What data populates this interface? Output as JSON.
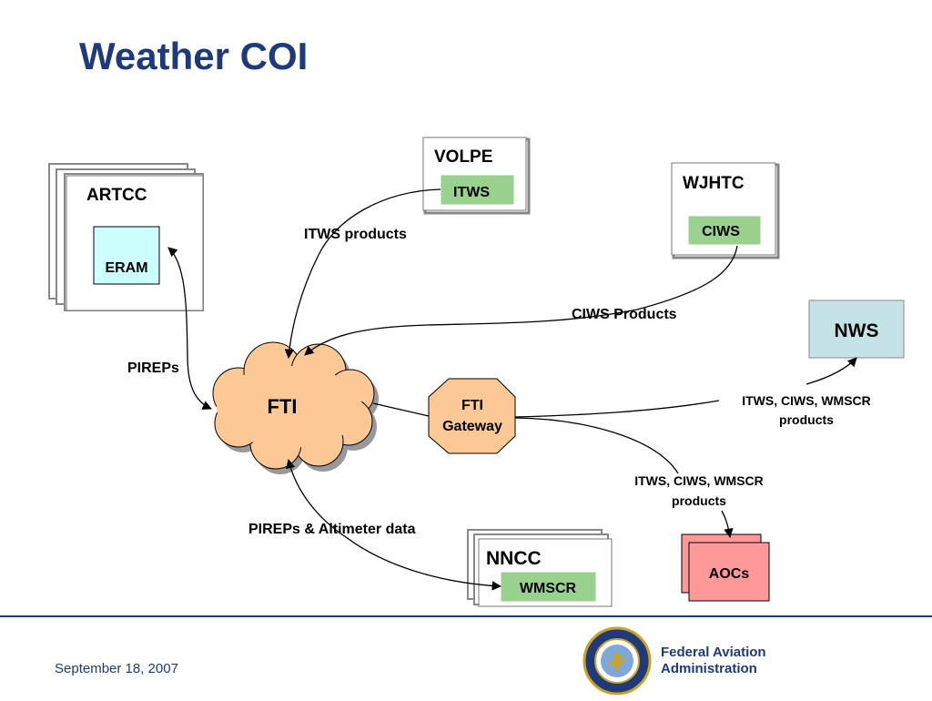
{
  "title": "Weather COI",
  "nodes": {
    "artcc": "ARTCC",
    "eram": "ERAM",
    "volpe": "VOLPE",
    "volpe_itws": "ITWS",
    "wjhtc": "WJHTC",
    "wjhtc_ciws": "CIWS",
    "nws": "NWS",
    "fti": "FTI",
    "fti_gateway_line1": "FTI",
    "fti_gateway_line2": "Gateway",
    "nncc": "NNCC",
    "nncc_wmscr": "WMSCR",
    "aocs": "AOCs"
  },
  "edges": {
    "itws_products": "ITWS products",
    "ciws_products": "CIWS Products",
    "pireps": "PIREPs",
    "nws_products_line1": "ITWS, CIWS, WMSCR",
    "nws_products_line2": "products",
    "aoc_products_line1": "ITWS, CIWS, WMSCR",
    "aoc_products_line2": "products",
    "pireps_altimeter": "PIREPs & Altimeter data"
  },
  "footer": {
    "date": "September 18, 2007",
    "org_line1": "Federal Aviation",
    "org_line2": "Administration"
  },
  "colors": {
    "title": "#1f3a7a",
    "green_box": "#99d18f",
    "eram_fill": "#ccffff",
    "nws_fill": "#c5e3e6",
    "fti_fill": "#fbc896",
    "aoc_fill": "#ff9999"
  }
}
